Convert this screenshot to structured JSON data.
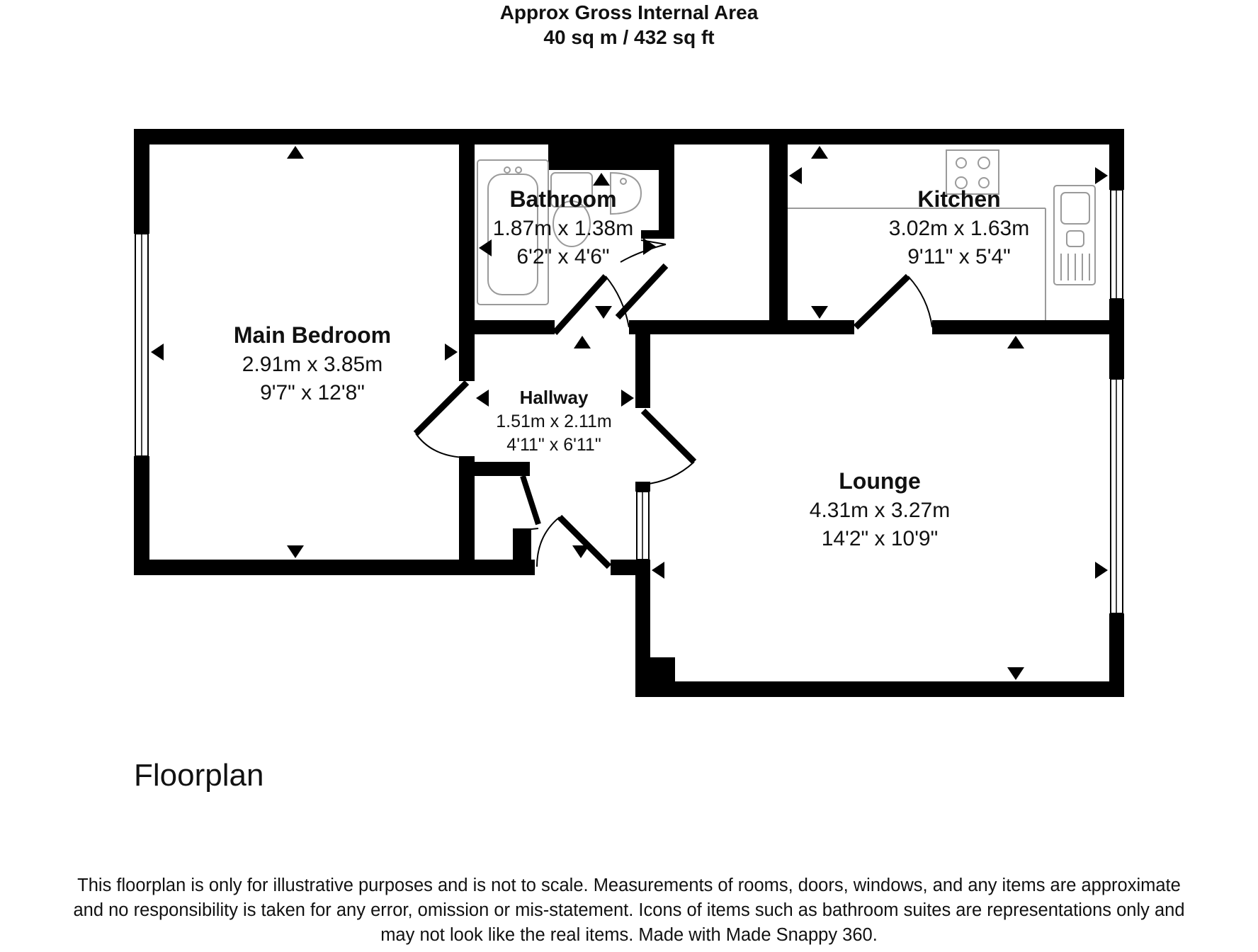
{
  "header": {
    "title": "Approx Gross Internal Area",
    "area": "40 sq m / 432 sq ft"
  },
  "rooms": {
    "main_bedroom": {
      "name": "Main Bedroom",
      "metric": "2.91m x 3.85m",
      "imperial": "9'7\" x 12'8\""
    },
    "bathroom": {
      "name": "Bathroom",
      "metric": "1.87m x 1.38m",
      "imperial": "6'2\" x 4'6\""
    },
    "kitchen": {
      "name": "Kitchen",
      "metric": "3.02m x 1.63m",
      "imperial": "9'11\" x 5'4\""
    },
    "hallway": {
      "name": "Hallway",
      "metric": "1.51m x 2.11m",
      "imperial": "4'11\" x 6'11\""
    },
    "lounge": {
      "name": "Lounge",
      "metric": "4.31m x 3.27m",
      "imperial": "14'2\" x 10'9\""
    }
  },
  "floor_label": "Floorplan",
  "disclaimer": {
    "line1": "This floorplan is only for illustrative purposes and is not to scale. Measurements of rooms, doors, windows, and any items are approximate",
    "line2": "and no responsibility is taken for any error, omission or mis-statement. Icons of items such as bathroom suites are representations only and",
    "line3": "may not look like the real items. Made with Made Snappy 360."
  },
  "colors": {
    "wall": "#000000",
    "fixture": "#9a9a9a",
    "background": "#ffffff"
  }
}
